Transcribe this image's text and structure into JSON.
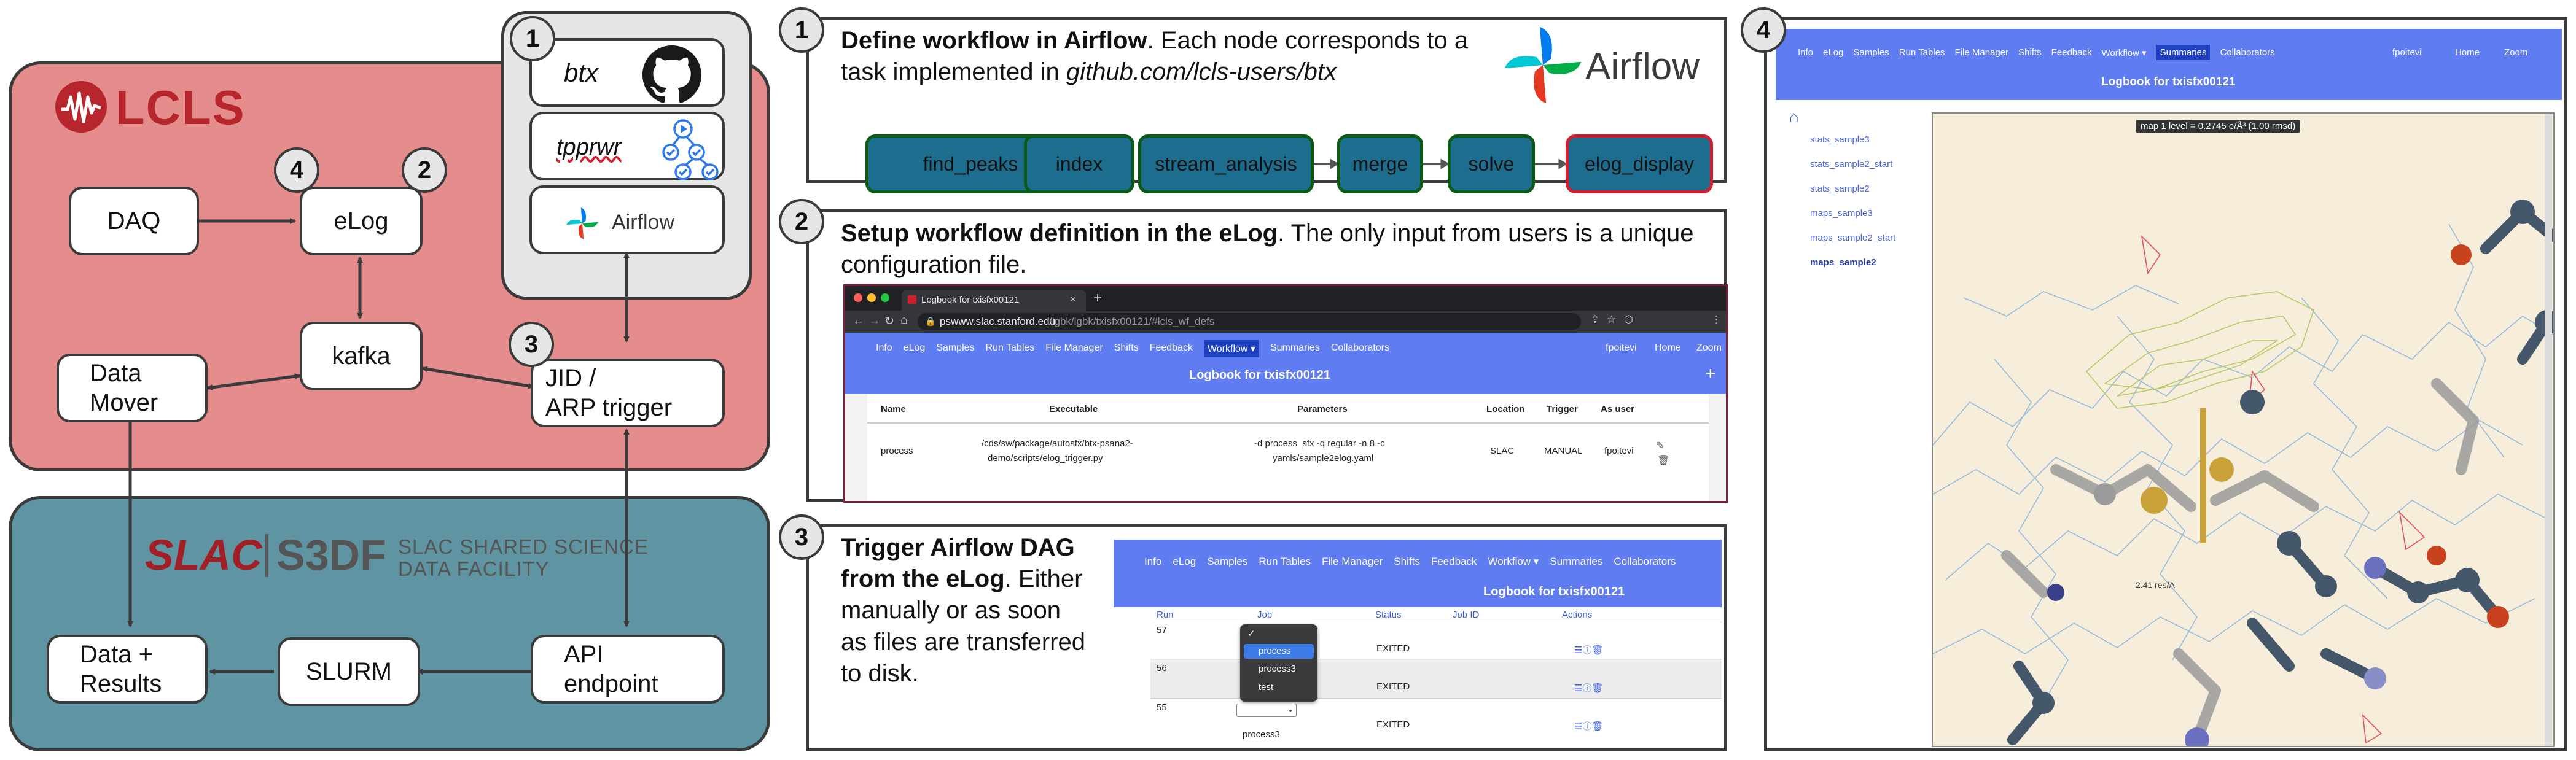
{
  "colors": {
    "lcls_bg": "#e58c8c",
    "s3df_bg": "#5f95a2",
    "flow_fill": "#1d6e8e",
    "flow_border": "#0b5a16",
    "flow_last_border": "#d21e2c",
    "nav_blue": "#5f7cf0",
    "map_bg": "#f6eedb"
  },
  "left": {
    "lcls_logo": "LCLS",
    "s3df_logo_slac": "SLAC",
    "s3df_logo_s3df": "S3DF",
    "s3df_tagline": [
      "SLAC SHARED SCIENCE",
      "DATA FACILITY"
    ],
    "boxes": {
      "daq": "DAQ",
      "elog": "eLog",
      "kafka": "kafka",
      "data_mover": [
        "Data",
        "Mover"
      ],
      "jid": [
        "JID /",
        "ARP trigger"
      ],
      "data_results": [
        "Data +",
        "Results"
      ],
      "slurm": "SLURM",
      "api": [
        "API",
        "endpoint"
      ]
    },
    "tools": {
      "btx": "btx",
      "tpprwr": "tpprwr",
      "airflow": "Airflow"
    },
    "badges": {
      "n1": "1",
      "n2": "2",
      "n3": "3",
      "n4": "4"
    }
  },
  "step1": {
    "num": "1",
    "title_bold": "Define workflow in Airflow",
    "title_rest": ". Each node corresponds to a",
    "line2_pre": "task implemented in ",
    "line2_italic": "github.com/lcls-users/btx",
    "logo_text": "Airflow",
    "nodes": [
      "find_peaks",
      "index",
      "stream_analysis",
      "merge",
      "solve",
      "elog_display"
    ]
  },
  "step2": {
    "num": "2",
    "title_bold": "Setup workflow definition in the eLog",
    "title_rest": ". The only input from users is a unique",
    "line2": "configuration file.",
    "tab_title": "Logbook for txisfx00121",
    "url_host": "pswww.slac.stanford.edu",
    "url_path": "/lgbk/lgbk/txisfx00121/#lcls_wf_defs",
    "nav": [
      "Info",
      "eLog",
      "Samples",
      "Run Tables",
      "File Manager",
      "Shifts",
      "Feedback",
      "Workflow ▾",
      "Summaries",
      "Collaborators"
    ],
    "user": "fpoitevi",
    "home": "Home",
    "zoom": "Zoom",
    "logbook": "Logbook for txisfx00121",
    "headers": [
      "Name",
      "Executable",
      "Parameters",
      "Location",
      "Trigger",
      "As user"
    ],
    "row": {
      "name": "process",
      "exec": [
        "/cds/sw/package/autosfx/btx-psana2-",
        "demo/scripts/elog_trigger.py"
      ],
      "params": [
        "-d process_sfx -q regular -n 8 -c",
        "yamls/sample2elog.yaml"
      ],
      "location": "SLAC",
      "trigger": "MANUAL",
      "as_user": "fpoitevi"
    }
  },
  "step3": {
    "num": "3",
    "text": [
      "Trigger Airflow DAG",
      "from the eLog",
      ". Either",
      "manually or as soon",
      "as files are transferred",
      "to disk."
    ],
    "nav": [
      "Info",
      "eLog",
      "Samples",
      "Run Tables",
      "File Manager",
      "Shifts",
      "Feedback",
      "Workflow ▾",
      "Summaries",
      "Collaborators"
    ],
    "logbook": "Logbook for txisfx00121",
    "headers": [
      "Run",
      "Job",
      "Status",
      "Job ID",
      "Actions"
    ],
    "rows": [
      {
        "run": "57",
        "status": ""
      },
      {
        "run": "56",
        "status": "EXITED"
      },
      {
        "run": "55",
        "status": "EXITED"
      }
    ],
    "row57_status": "EXITED",
    "dropdown": [
      "✓",
      "process",
      "process3",
      "test"
    ],
    "below_job": "process3"
  },
  "step4": {
    "num": "4",
    "nav": [
      "Info",
      "eLog",
      "Samples",
      "Run Tables",
      "File Manager",
      "Shifts",
      "Feedback",
      "Workflow ▾",
      "Summaries",
      "Collaborators"
    ],
    "user": "fpoitevi",
    "home": "Home",
    "zoom": "Zoom",
    "logbook": "Logbook for txisfx00121",
    "side_links": [
      "stats_sample3",
      "stats_sample2_start",
      "stats_sample2",
      "maps_sample3",
      "maps_sample2_start",
      "maps_sample2"
    ],
    "map_label": "map 1 level = 0.2745 e/Å³ (1.00 rmsd)",
    "map_note": "2.41 res/A"
  }
}
